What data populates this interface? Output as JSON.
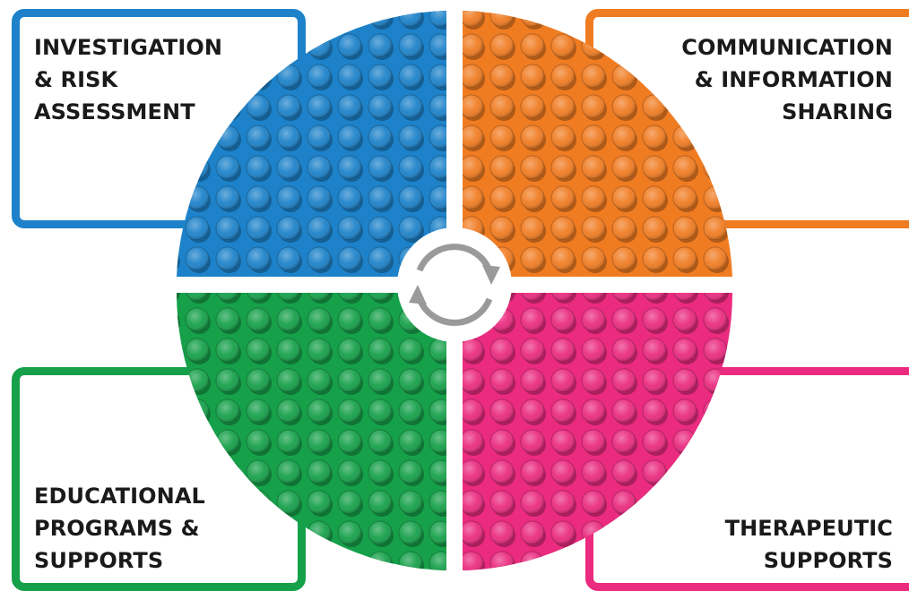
{
  "colors": {
    "blue": "#1d82c9",
    "orange": "#f07c22",
    "green": "#16a04a",
    "pink": "#ea2b7f",
    "center_ring": "#9a9a9a"
  },
  "quadrants": {
    "top_left": {
      "label": "INVESTIGATION\n& RISK\nASSESSMENT"
    },
    "top_right": {
      "label": "COMMUNICATION\n& INFORMATION\nSHARING"
    },
    "bottom_left": {
      "label": "EDUCATIONAL\nPROGRAMS &\nSUPPORTS"
    },
    "bottom_right": {
      "label": "THERAPEUTIC\nSUPPORTS"
    }
  },
  "center_icon": "refresh-cycle-arrows-icon"
}
